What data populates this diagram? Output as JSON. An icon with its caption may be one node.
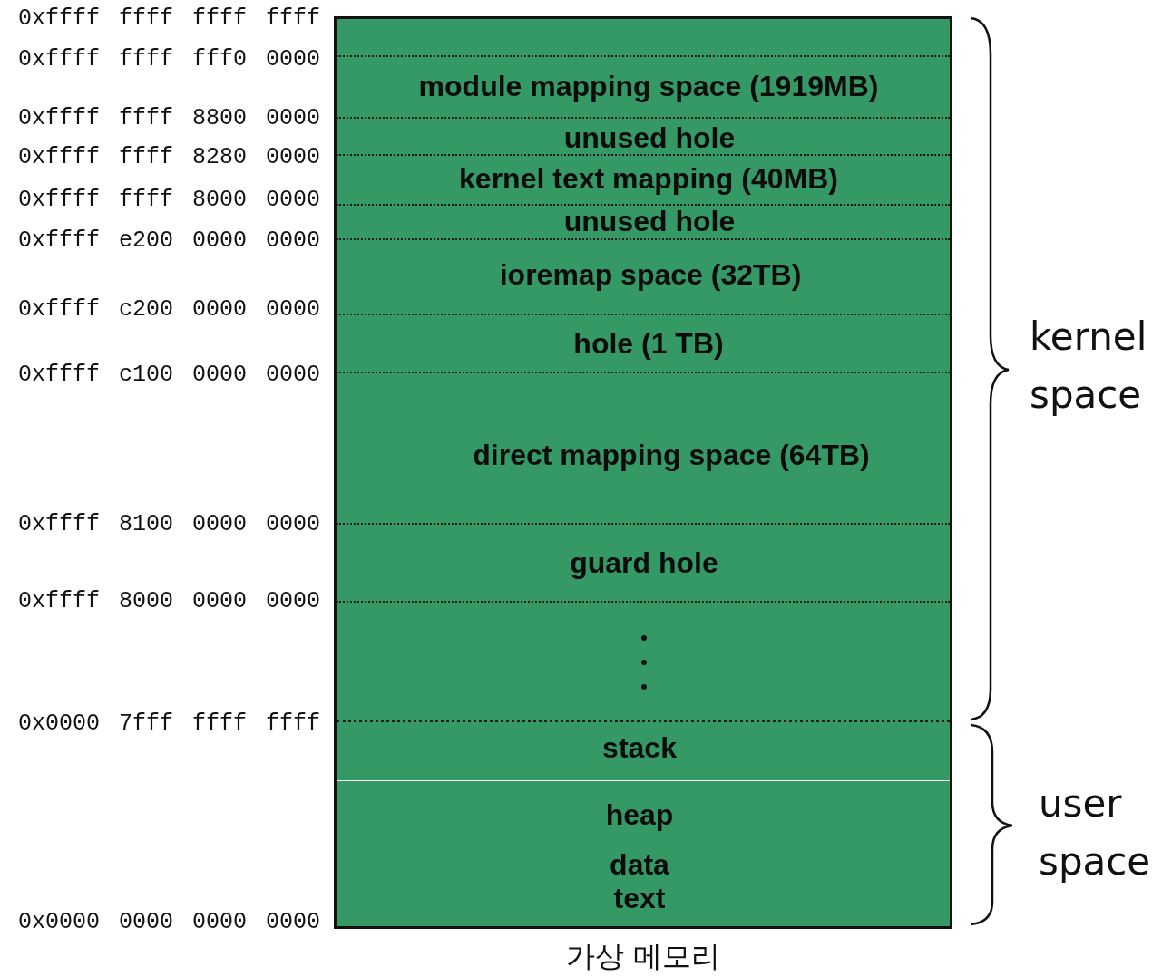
{
  "diagram": {
    "nodes": [
      {
        "text": [
          "가상 메모리"
        ]
      },
      {
        "text": [
          "module mapping space (1919MB)"
        ],
        "in": 0
      },
      {
        "text": [
          "unused hole"
        ],
        "in": 0
      },
      {
        "text": [
          "kernel text mapping (40MB)"
        ],
        "in": 0
      },
      {
        "text": [
          "unused hole"
        ],
        "in": 0
      },
      {
        "text": [
          "ioremap space (32TB)"
        ],
        "in": 0
      },
      {
        "text": [
          "hole (1 TB)"
        ],
        "in": 0
      },
      {
        "text": [
          "direct mapping space (64TB)"
        ],
        "in": 0
      },
      {
        "text": [
          "guard hole"
        ],
        "in": 0
      },
      {
        "text": [],
        "shape": "box",
        "in": 0
      },
      {
        "text": [
          "stack"
        ],
        "in": 0
      },
      {
        "text": [
          "heap",
          "data",
          "text"
        ],
        "in": 0
      }
    ],
    "labels": [
      "0xffff ffff ffff ffff",
      "0xffff ffff fff0 0000",
      "0xffff ffff 8800 0000",
      "0xffff ffff 8280 0000",
      "0xffff ffff 8000 0000",
      "0xffff e200 0000 0000",
      "0xffff c200 0000 0000",
      "0xffff c100 0000 0000",
      "0xffff 8100 0000 0000",
      "0xffff 8000 0000 0000",
      "0x0000 7fff ffff ffff",
      "0x0000 0000 0000 0000",
      "kernel space",
      "user space"
    ]
  }
}
